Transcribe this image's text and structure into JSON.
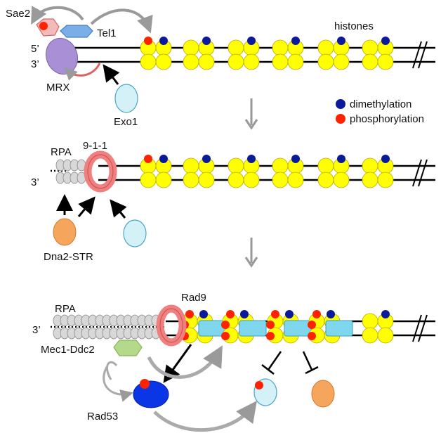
{
  "labels": {
    "sae2": "Sae2",
    "tel1": "Tel1",
    "five_prime": "5’",
    "three_prime_top": "3’",
    "mrx": "MRX",
    "exo1": "Exo1",
    "histones": "histones",
    "rpa_mid": "RPA",
    "nine_one_one": "9-1-1",
    "three_prime_mid": "3’",
    "dna2_str": "Dna2-STR",
    "rpa_bottom": "RPA",
    "rad9": "Rad9",
    "three_prime_bottom": "3’",
    "mec1_ddc2": "Mec1-Ddc2",
    "rad53": "Rad53"
  },
  "legend": {
    "dimethylation": "dimethylation",
    "phosphorylation": "phosphorylation"
  },
  "colors": {
    "histone": "#ffff00",
    "dimethylation": "#0a1a9a",
    "phosphorylation": "#ff2200",
    "mrx": "#a98fd6",
    "tel1": "#7aaee8",
    "sae2": "#f4b9b9",
    "exo1": "#d4f1f8",
    "rpa": "#d8d8d8",
    "nine_one_one": "#f07f7f",
    "dna2_str": "#f6a55c",
    "rad9": "#7fd7ee",
    "mec1_ddc2": "#b5d98a",
    "rad53": "#0a36e6",
    "arrow_gray": "#999999"
  }
}
